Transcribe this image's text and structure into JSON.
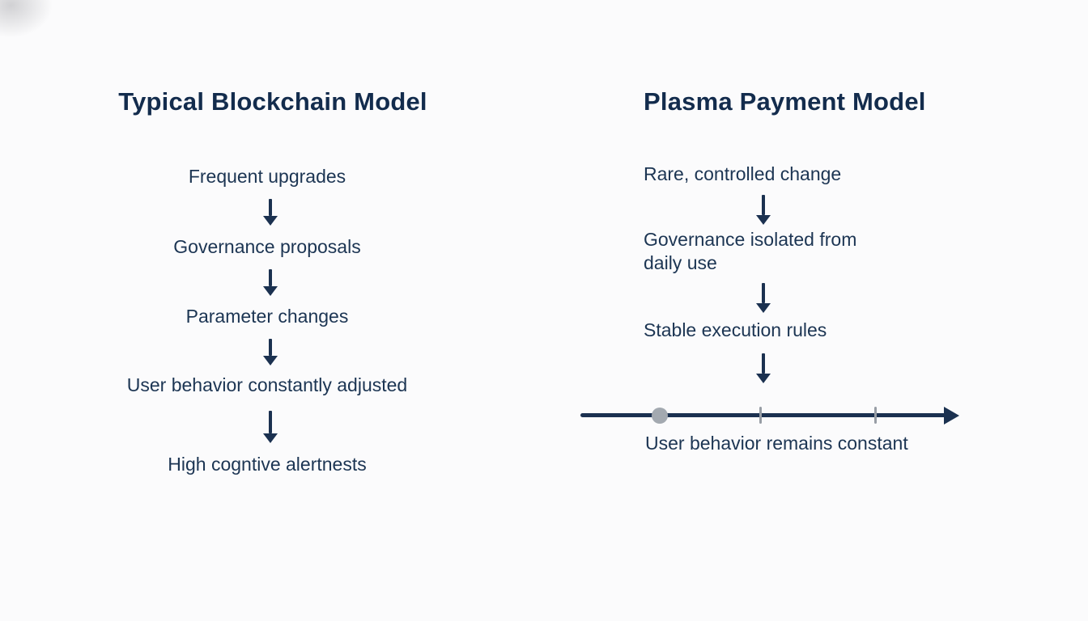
{
  "page": {
    "background": "#fbfbfc",
    "text_color": "#1c3553",
    "title_color": "#132c4d",
    "arrow_color": "#1b3150",
    "marker_gray": "#a3a9b0"
  },
  "left_column": {
    "title": "Typical Blockchain Model",
    "steps": [
      "Frequent upgrades",
      "Governance proposals",
      "Parameter changes",
      "User behavior constantly adjusted",
      "High cogntive alertnests"
    ]
  },
  "right_column": {
    "title": "Plasma Payment Model",
    "steps": [
      "Rare, controlled change",
      "Governance isolated from\ndaily use",
      "Stable execution rules"
    ],
    "timeline_caption": "User behavior remains constant"
  }
}
